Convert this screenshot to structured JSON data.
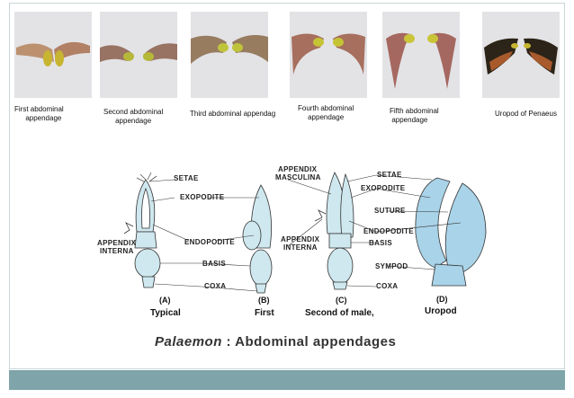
{
  "photos": [
    {
      "caption": "First abdominal appendage",
      "caption_l1": "First abdominal",
      "caption_l2": "appendage"
    },
    {
      "caption": "Second abdominal appendage",
      "caption_l1": "Second abdominal",
      "caption_l2": "appendage"
    },
    {
      "caption": "Third abdominal appendag",
      "caption_l1": "Third abdominal appendag",
      "caption_l2": ""
    },
    {
      "caption": "Fourth abdominal appendage",
      "caption_l1": "Fourth abdominal",
      "caption_l2": "appendage"
    },
    {
      "caption": "Fifth abdominal appendage",
      "caption_l1": "Fifth abdominal",
      "caption_l2": "appendage"
    },
    {
      "caption": "Uropod of Penaeus",
      "caption_l1": "Uropod of Penaeus",
      "caption_l2": ""
    }
  ],
  "diagram": {
    "labels": {
      "setae_a": "SETAE",
      "exopodite_a": "EXOPODITE",
      "appendix_interna_a_1": "APPENDIX",
      "appendix_interna_a_2": "INTERNA",
      "endopodite_a": "ENDOPODITE",
      "basis_a": "BASIS",
      "coxa_a": "COXA",
      "appendix_masculina_1": "APPENDIX",
      "appendix_masculina_2": "MASCULINA",
      "appendix_interna_c_1": "APPENDIX",
      "appendix_interna_c_2": "INTERNA",
      "setae_d": "SETAE",
      "exopodite_d": "EXOPODITE",
      "suture": "SUTURE",
      "endopodite_d": "ENDOPODITE",
      "basis_d": "BASIS",
      "sympod": "SYMPOD",
      "coxa_c": "COXA"
    },
    "panels": [
      {
        "letter": "(A)",
        "name": "Typical"
      },
      {
        "letter": "(B)",
        "name": "First"
      },
      {
        "letter": "(C)",
        "name": "Second of male,"
      },
      {
        "letter": "(D)",
        "name": "Uropod"
      }
    ]
  },
  "title": {
    "genus": "Palaemon",
    "rest": " : Abdominal appendages"
  },
  "colors": {
    "footer": "#7fa4aa",
    "diagram_fill": "#cfe8ef",
    "uropod_fill": "#a9d3e8"
  }
}
